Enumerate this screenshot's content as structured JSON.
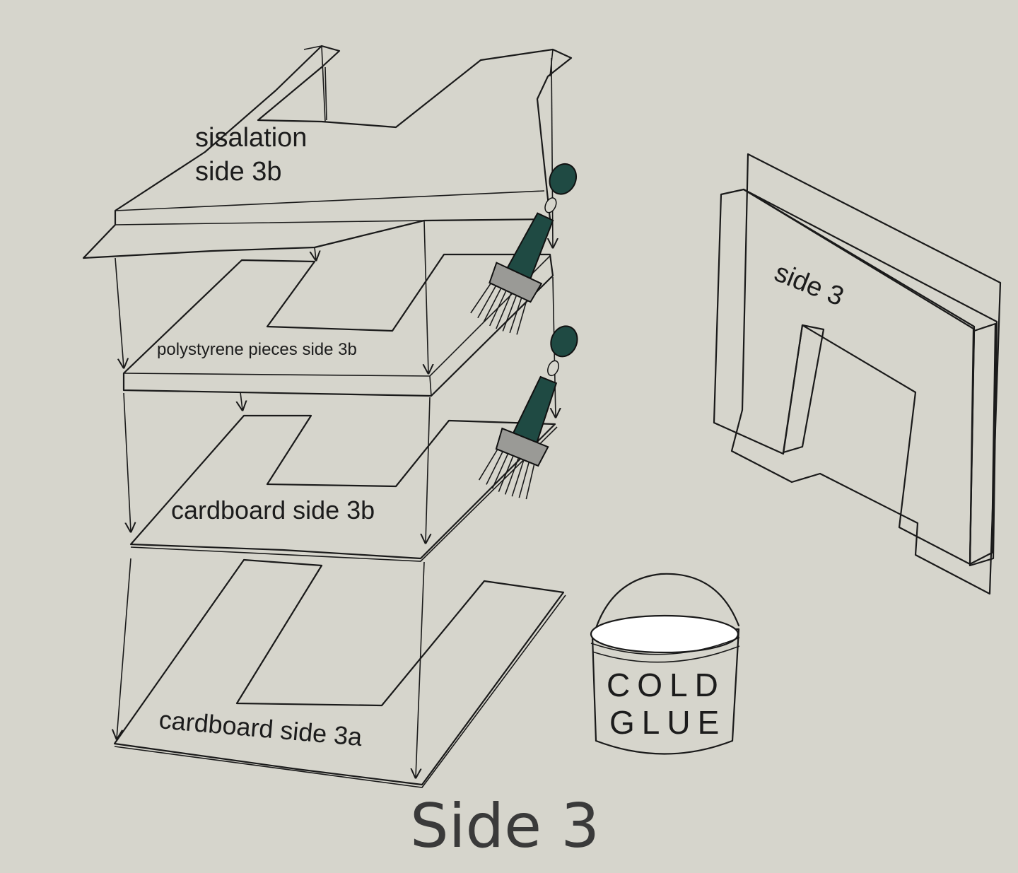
{
  "figure": {
    "title": "Side 3",
    "layers": [
      {
        "line1": "sisalation",
        "line2": "side 3b"
      },
      {
        "text": "polystyrene pieces side 3b"
      },
      {
        "text": "cardboard side 3b"
      },
      {
        "text": "cardboard side 3a"
      }
    ],
    "assembled_label": "side 3",
    "glue_bucket": {
      "line1": "COLD",
      "line2": "GLUE"
    },
    "icons": [
      "paint-brush-icon",
      "paint-brush-icon",
      "glue-bucket-icon"
    ],
    "colors": {
      "background": "#d6d5cc",
      "sisalation": "#cde3ee",
      "polystyrene": "#ffffff",
      "cardboard": "#a57c4c",
      "brush_handle": "#1f4a43"
    }
  }
}
